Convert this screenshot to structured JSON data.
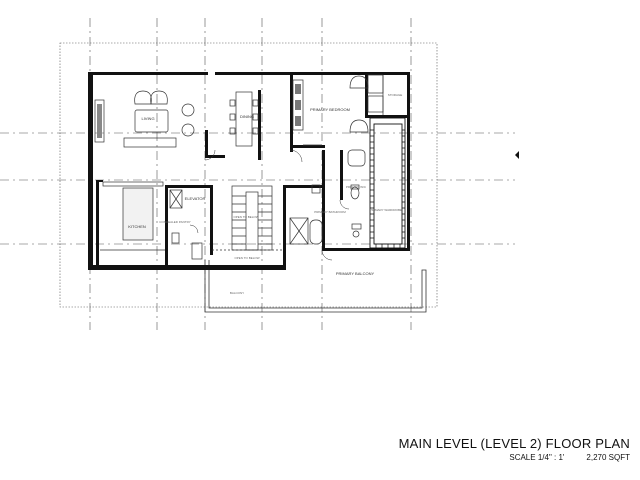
{
  "title_block": {
    "title": "MAIN LEVEL (LEVEL 2) FLOOR PLAN",
    "scale": "SCALE 1/4\" : 1'",
    "area": "2,270 SQFT"
  },
  "rooms": {
    "living": "LIVING",
    "dining": "DINING",
    "kitchen": "KITCHEN",
    "elevator": "ELEVATOR",
    "concealed_pantry": "CONCEALED PANTRY",
    "open_to_below_stair": "OPEN TO BELOW",
    "open_to_below": "OPEN TO BELOW",
    "balcony": "BALCONY",
    "primary_bedroom": "PRIMARY BEDROOM",
    "storage": "STORAGE",
    "primary_wc": "PRIMARY W/C",
    "primary_wardrobe": "PRIMARY WARDROBE",
    "primary_bathroom": "PRIMARY BATHROOM",
    "primary_balcony": "PRIMARY BALCONY"
  },
  "colors": {
    "wall": "#111111",
    "line": "#333333",
    "grid": "#555555"
  }
}
